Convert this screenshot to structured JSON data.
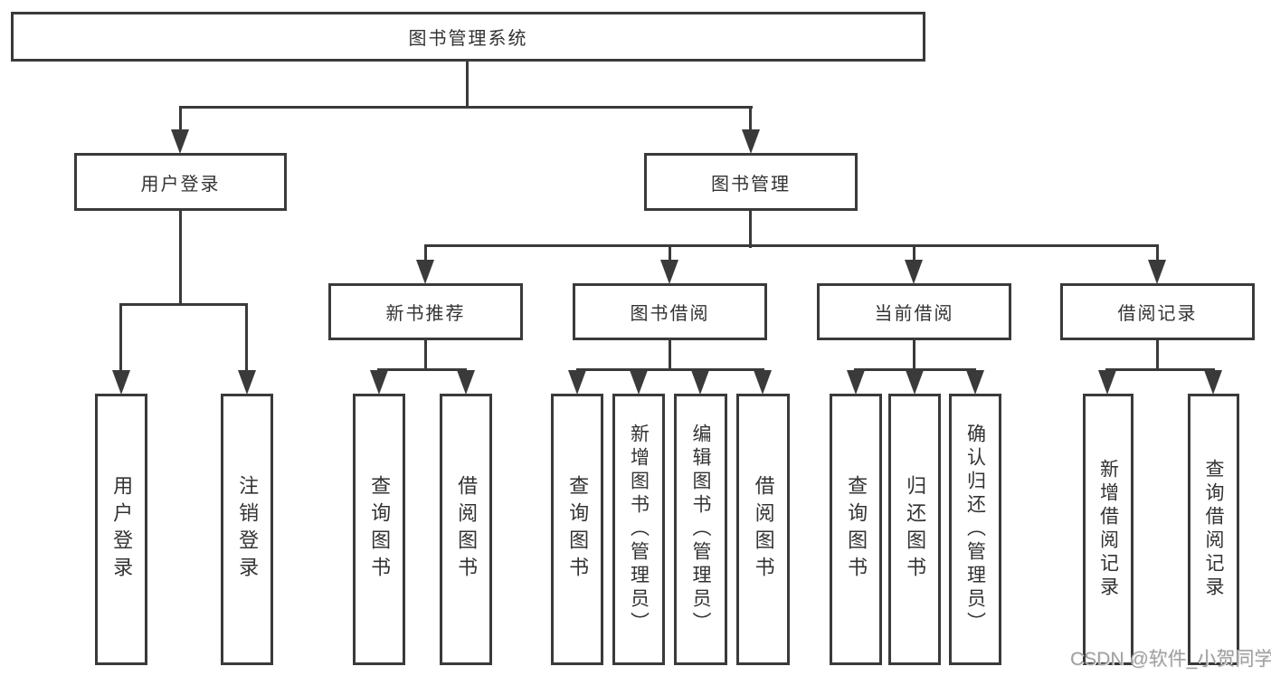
{
  "diagram": {
    "root": {
      "label": "图书管理系统"
    },
    "level2": [
      {
        "label": "用户登录"
      },
      {
        "label": "图书管理"
      }
    ],
    "level3": [
      {
        "label": "新书推荐"
      },
      {
        "label": "图书借阅"
      },
      {
        "label": "当前借阅"
      },
      {
        "label": "借阅记录"
      }
    ],
    "leaves": {
      "user_login": [
        "用户登录",
        "注销登录"
      ],
      "new_books": [
        "查询图书",
        "借阅图书"
      ],
      "book_borrow": [
        "查询图书",
        "新增图书（管理员）",
        "编辑图书（管理员）",
        "借阅图书"
      ],
      "current_borrow": [
        "查询图书",
        "归还图书",
        "确认归还（管理员）"
      ],
      "borrow_records": [
        "新增借阅记录",
        "查询借阅记录"
      ]
    },
    "colors": {
      "line": "#3a3a3a",
      "text": "#333333",
      "background": "#ffffff",
      "watermark": "#a0a0a0"
    }
  },
  "watermark": {
    "text": "CSDN @软件_小贺同学"
  }
}
